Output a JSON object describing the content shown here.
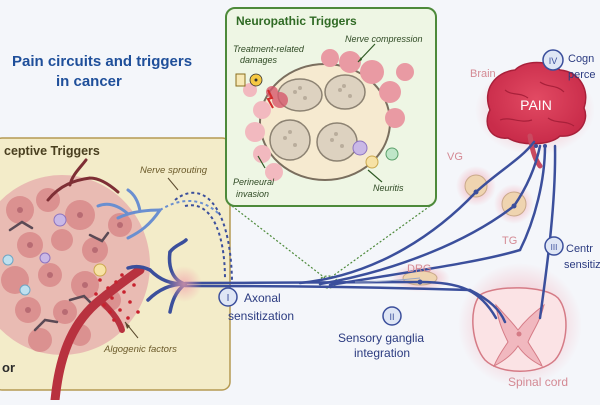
{
  "title": {
    "line1": "Pain circuits and triggers",
    "line2": "in cancer"
  },
  "nociceptive": {
    "title": "ceptive Triggers",
    "nerve_sprouting": "Nerve sprouting",
    "algogenic": "Algogenic factors",
    "tumor_fragment": "or"
  },
  "neuropathic": {
    "title": "Neuropathic Triggers",
    "treatment_l1": "Treatment-related",
    "treatment_l2": "damages",
    "compression": "Nerve compression",
    "perineural_l1": "Perineural",
    "perineural_l2": "invasion",
    "neuritis": "Neuritis"
  },
  "steps": {
    "s1": {
      "numeral": "I",
      "line1": "Axonal",
      "line2": "sensitization"
    },
    "s2": {
      "numeral": "II",
      "line1": "Sensory ganglia",
      "line2": "integration"
    },
    "s3": {
      "numeral": "III",
      "line1": "Centr",
      "line2": "sensitiz"
    },
    "s4": {
      "numeral": "IV",
      "line1": "Cogn",
      "line2": "perce"
    }
  },
  "labels": {
    "brain": "Brain",
    "pain": "PAIN",
    "vg": "VG",
    "tg": "TG",
    "drg": "DRG",
    "spinal_cord": "Spinal cord"
  },
  "colors": {
    "nerve": "#3b4f9c",
    "nerve_light": "#6a8fd0",
    "title": "#1f4f9a",
    "panel_green": "#4d8a3a",
    "tan_border": "#b59a52",
    "pink": "#e7a0a8"
  }
}
